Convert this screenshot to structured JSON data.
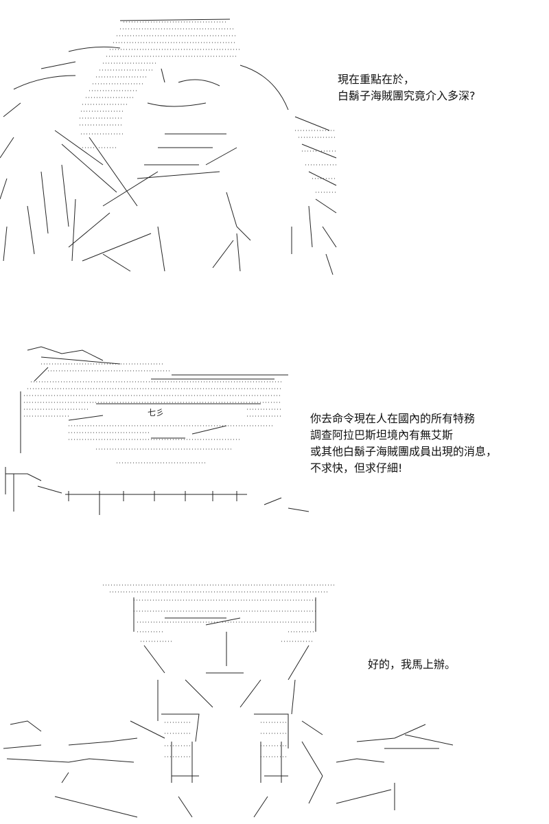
{
  "panels": [
    {
      "speech_lines": [
        "現在重點在於，",
        "白鬍子海賊團究竟介入多深?"
      ]
    },
    {
      "speech_lines": [
        "你去命令現在人在國內的所有特務",
        "調查阿拉巴斯坦境內有無艾斯",
        "或其他白鬍子海賊團成員出現的消息，",
        "不求快，但求仔細!"
      ],
      "art_text": "七彡"
    },
    {
      "speech_lines": [
        "好的，我馬上辦。"
      ]
    }
  ]
}
